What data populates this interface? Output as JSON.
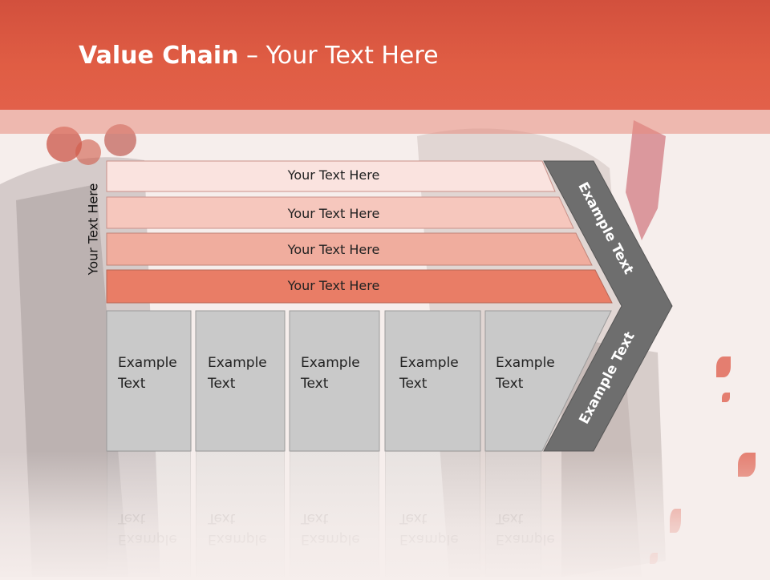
{
  "slide": {
    "title_bold": "Value Chain",
    "title_rest": " – Your Text Here",
    "vertical_label": "Your Text Here",
    "rows": [
      {
        "label": "Your Text Here",
        "color": "#fae3df"
      },
      {
        "label": "Your Text Here",
        "color": "#f6c7bd"
      },
      {
        "label": "Your Text Here",
        "color": "#f0ad9e"
      },
      {
        "label": "Your Text Here",
        "color": "#e97d66"
      }
    ],
    "columns": [
      {
        "line1": "Example",
        "line2": "Text"
      },
      {
        "line1": "Example",
        "line2": "Text"
      },
      {
        "line1": "Example",
        "line2": "Text"
      },
      {
        "line1": "Example",
        "line2": "Text"
      },
      {
        "line1": "Example",
        "line2": "Text"
      }
    ],
    "chevron_top": "Example Text",
    "chevron_bottom": "Example Text"
  },
  "colors": {
    "header": "#e05d44",
    "chevron": "#6e6e6e",
    "column_fill": "#c9c9c9"
  }
}
